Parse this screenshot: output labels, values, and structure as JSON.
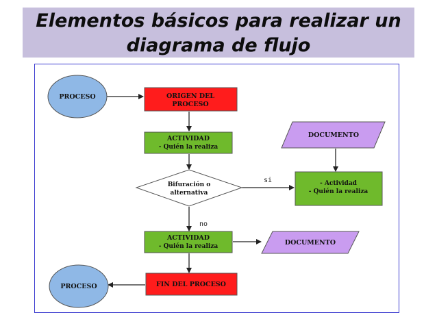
{
  "slide": {
    "title_line1": "Elementos básicos para realizar un",
    "title_line2": "diagrama de flujo"
  },
  "diagram": {
    "proceso_top": "PROCESO",
    "origen_line1": "ORIGEN DEL",
    "origen_line2": "PROCESO",
    "actividad1_line1": "ACTIVIDAD",
    "actividad1_line2": "- Quién la realiza",
    "decision_line1": "Bifuración o",
    "decision_line2": "alternativa",
    "actividad2_line1": "ACTIVIDAD",
    "actividad2_line2": "- Quién la realiza",
    "fin": "FIN DEL PROCESO",
    "proceso_bottom": "PROCESO",
    "documento_top": "DOCUMENTO",
    "actividad_right_line1": "- Actividad",
    "actividad_right_line2": "- Quién la realiza",
    "documento_bottom": "DOCUMENTO",
    "edge_si": "si",
    "edge_no": "no"
  },
  "colors": {
    "title_band": "#c7bfdd",
    "frame_border": "#3b3bd0",
    "ellipse": "#8fb8e6",
    "red_box": "#ff1c1c",
    "green_box": "#6fba2c",
    "document": "#c99cf0"
  }
}
